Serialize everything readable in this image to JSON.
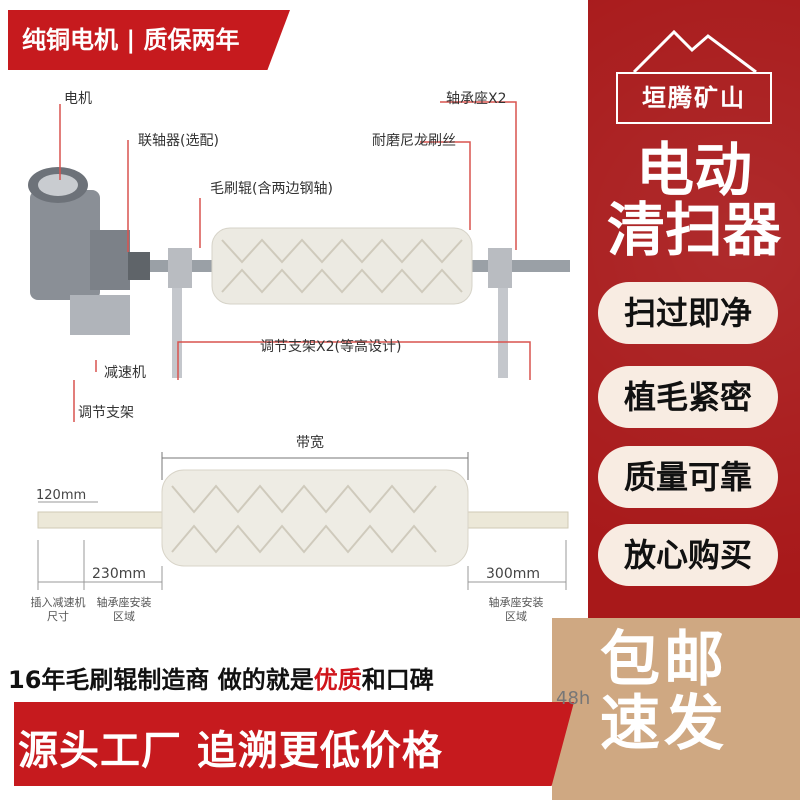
{
  "top_banner": "纯铜电机 | 质保两年",
  "brand": "垣腾矿山",
  "main_title": [
    "电动",
    "清扫器"
  ],
  "features": [
    "扫过即净",
    "植毛紧密",
    "质量可靠",
    "放心购买"
  ],
  "labels": {
    "motor": "电机",
    "coupling": "联轴器(选配)",
    "brush_roll": "毛刷辊(含两边钢轴)",
    "bearing_seat": "轴承座X2",
    "nylon_bristle": "耐磨尼龙刷丝",
    "adjust_bracket_x2": "调节支架X2(等高设计)",
    "reducer": "减速机",
    "adjust_bracket": "调节支架",
    "belt_width": "带宽",
    "dim_120": "120mm",
    "dim_230": "230mm",
    "dim_300": "300mm",
    "insert_reducer": "插入减速机尺寸",
    "bearing_area_left": "轴承座安装区域",
    "bearing_area_right": "轴承座安装区域"
  },
  "bottom": {
    "line1_prefix": "16年毛刷辊制造商 做的就是",
    "line1_highlight": "优质",
    "line1_suffix": "和口碑",
    "line2": "源头工厂 追溯更低价格"
  },
  "promo": {
    "title_line1": "包邮",
    "title_line2": "速发",
    "hours": "48h"
  },
  "colors": {
    "red_panel": "#a8191a",
    "banner_red": "#c61a1e",
    "pill_bg": "#f8ece2",
    "corner_tan": "#cfa882",
    "label_line": "#d9534f"
  }
}
